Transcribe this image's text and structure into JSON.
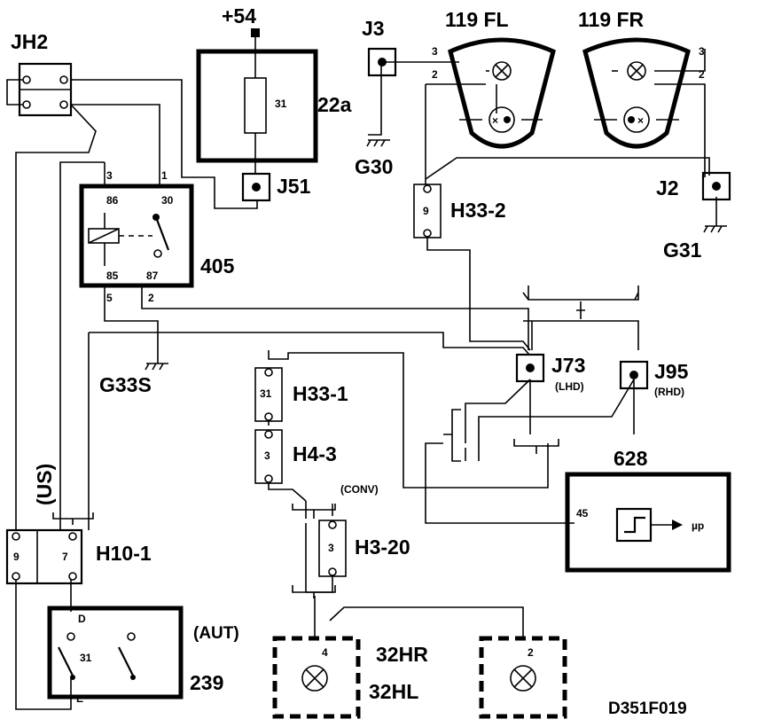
{
  "diagram": {
    "labels": {
      "jh2": "JH2",
      "plus54": "+54",
      "relay22a": "22a",
      "fuse31": "31",
      "j51": "J51",
      "j3": "J3",
      "g30": "G30",
      "lampFL": "119  FL",
      "lampFR": "119  FR",
      "j2": "J2",
      "g31": "G31",
      "h33_2": "H33-2",
      "relay405": "405",
      "g33s": "G33S",
      "h33_1": "H33-1",
      "h4_3": "H4-3",
      "j73": "J73",
      "lhd": "(LHD)",
      "j95": "J95",
      "rhd": "(RHD)",
      "conv": "(CONV)",
      "us": "(US)",
      "unit628": "628",
      "mu_p": "µp",
      "h10_1": "H10-1",
      "h3_20": "H3-20",
      "aut": "(AUT)",
      "switch239": "239",
      "lamp32hr": "32HR",
      "lamp32hl": "32HL",
      "figure_id": "D351F019"
    },
    "pins": {
      "fl3": "3",
      "fl2": "2",
      "fr3": "3",
      "fr2": "2",
      "r405_3": "3",
      "r405_1": "1",
      "r405_86": "86",
      "r405_30": "30",
      "r405_85": "85",
      "r405_87": "87",
      "r405_5": "5",
      "r405_2": "2",
      "h33_2": "9",
      "h33_1": "31",
      "h4_3": "3",
      "h3_20": "3",
      "h10_1_9": "9",
      "h10_1_7": "7",
      "sw_d": "D",
      "sw_31": "31",
      "sw_e": "E",
      "in45": "45",
      "hl4": "4",
      "hr2": "2"
    }
  }
}
